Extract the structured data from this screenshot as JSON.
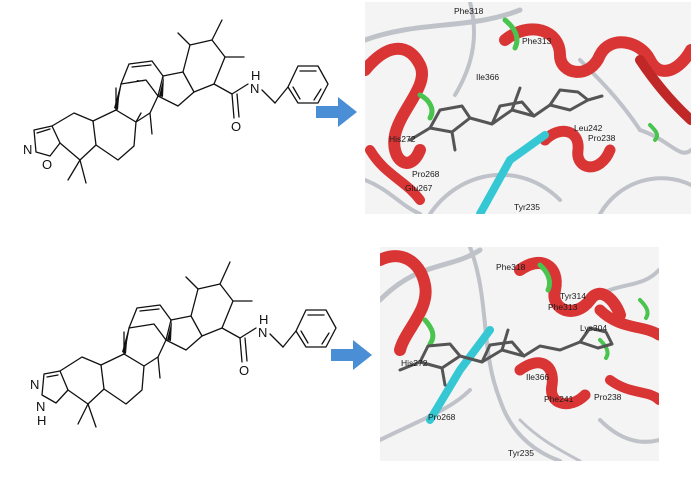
{
  "panels": [
    {
      "atoms": {
        "n_ring": "N",
        "o_ring": "O",
        "amide_n": "N",
        "amide_h": "H",
        "carbonyl_o": "O"
      },
      "residues": [
        "Phe318",
        "Phe313",
        "Ile366",
        "His272",
        "Leu242",
        "Pro238",
        "Pro268",
        "Glu267",
        "Tyr235"
      ]
    },
    {
      "atoms": {
        "n_ring": "N",
        "nh_n": "N",
        "nh_h": "H",
        "amide_n": "N",
        "amide_h": "H",
        "carbonyl_o": "O"
      },
      "residues": [
        "Phe318",
        "Tyr314",
        "Phe313",
        "Lys304",
        "His272",
        "Ile366",
        "Pro268",
        "Phe241",
        "Pro238",
        "Tyr235"
      ]
    }
  ],
  "colors": {
    "helix": "#d93535",
    "helix_dark": "#8e1616",
    "strand": "#35c8d4",
    "turn": "#49c44f",
    "coil": "#bfc2c8",
    "ligand": "#555555",
    "arrow": "#4a8fd6"
  }
}
